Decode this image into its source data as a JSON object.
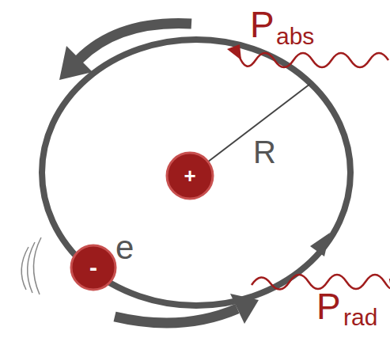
{
  "diagram": {
    "nodes": [
      {
        "text": [
          "+"
        ]
      },
      {
        "text": [
          "-"
        ]
      }
    ],
    "labels": [
      "P",
      "abs",
      "R",
      "e",
      "P",
      "rad"
    ]
  }
}
